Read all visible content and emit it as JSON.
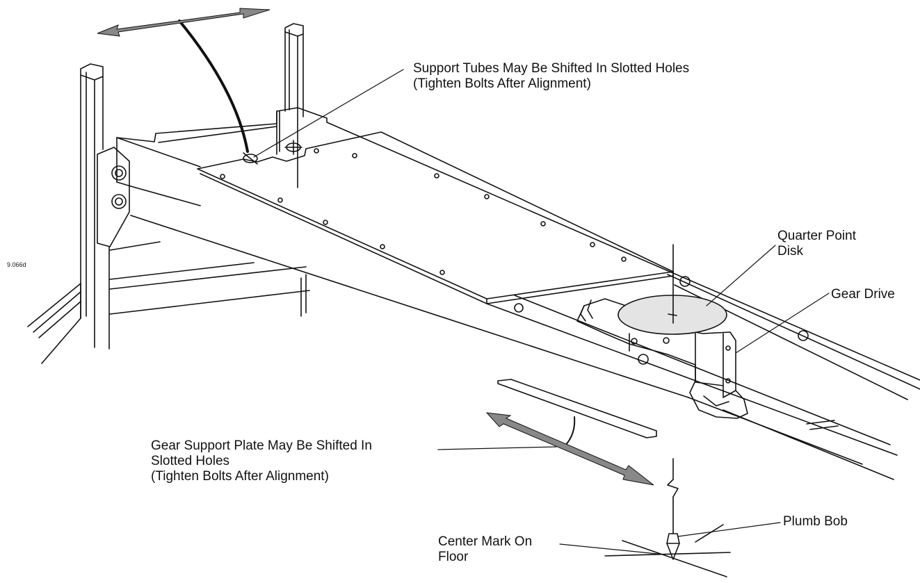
{
  "labels": {
    "support_tubes_line1": "Support Tubes May Be Shifted In Slotted Holes",
    "support_tubes_line2": "(Tighten Bolts After Alignment)",
    "figure_code": "9.066d",
    "quarter_point_line1": "Quarter Point",
    "quarter_point_line2": "Disk",
    "gear_drive": "Gear Drive",
    "gear_support_line1": "Gear Support Plate May Be Shifted In",
    "gear_support_line2": "Slotted Holes",
    "gear_support_line3": "(Tighten Bolts After Alignment)",
    "plumb_bob": "Plumb Bob",
    "center_mark_line1": "Center Mark On",
    "center_mark_line2": "Floor"
  },
  "colors": {
    "line": "#111111",
    "arrow_fill": "#888888",
    "disk_fill": "#e4e4e4",
    "background": "#ffffff"
  }
}
